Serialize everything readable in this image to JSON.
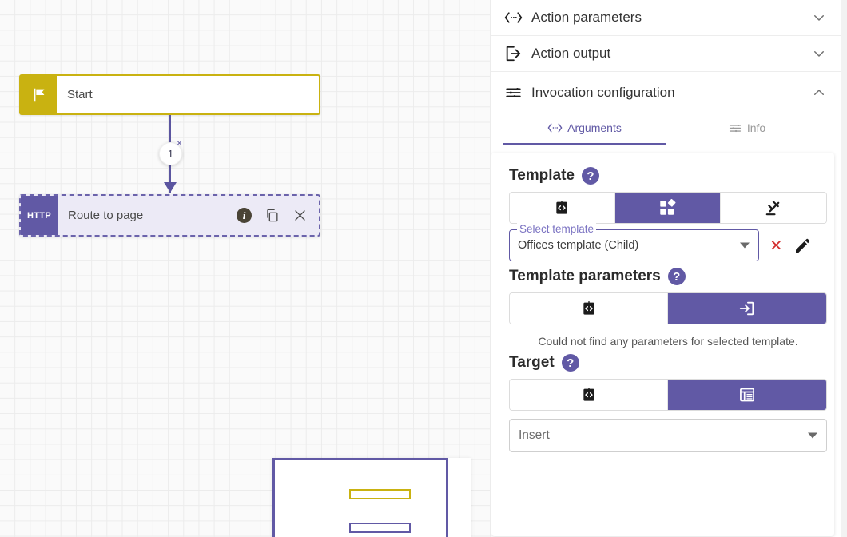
{
  "canvas": {
    "nodes": [
      {
        "id": "start",
        "label": "Start",
        "badge": "",
        "icon": "flag-icon",
        "accent": "#c9b211"
      },
      {
        "id": "http",
        "label": "Route to page",
        "badge": "HTTP",
        "icon": "http-badge",
        "accent": "#6159a5"
      }
    ],
    "connector": {
      "count": "1",
      "remove": "×"
    },
    "node_actions": {
      "info": "i",
      "duplicate": "duplicate-icon",
      "close": "×"
    },
    "minimap": {
      "name": "minimap"
    }
  },
  "panel": {
    "accordions": [
      {
        "label": "Action parameters",
        "icon": "code-arrows-icon",
        "expanded": false,
        "chevron": "down"
      },
      {
        "label": "Action output",
        "icon": "export-box-icon",
        "expanded": false,
        "chevron": "down"
      },
      {
        "label": "Invocation configuration",
        "icon": "sliders-icon",
        "expanded": true,
        "chevron": "up"
      }
    ],
    "tabs": [
      {
        "label": "Arguments",
        "icon": "code-arrows-icon",
        "active": true
      },
      {
        "label": "Info",
        "icon": "sliders-icon",
        "active": false
      }
    ],
    "template": {
      "title": "Template",
      "help": "?",
      "modes": [
        {
          "name": "expression-mode",
          "icon": "code-clipboard-icon",
          "active": false
        },
        {
          "name": "template-picker-mode",
          "icon": "widgets-icon",
          "active": true
        },
        {
          "name": "builder-mode",
          "icon": "gavel-icon",
          "active": false
        }
      ],
      "select": {
        "label": "Select template",
        "value": "Offices template (Child)",
        "clear": "×",
        "edit": "pencil-icon"
      }
    },
    "template_parameters": {
      "title": "Template parameters",
      "help": "?",
      "modes": [
        {
          "name": "expression-mode",
          "icon": "code-clipboard-icon",
          "active": false
        },
        {
          "name": "form-mode",
          "icon": "input-arrow-icon",
          "active": true
        }
      ],
      "message": "Could not find any parameters for selected template."
    },
    "target": {
      "title": "Target",
      "help": "?",
      "modes": [
        {
          "name": "expression-mode",
          "icon": "code-clipboard-icon",
          "active": false
        },
        {
          "name": "list-mode",
          "icon": "list-table-icon",
          "active": true
        }
      ],
      "select": {
        "value": "Insert"
      }
    }
  },
  "colors": {
    "accent_purple": "#6159a5",
    "start_gold": "#c9b211",
    "danger_red": "#d32f2f",
    "canvas_bg": "#fafafa"
  }
}
